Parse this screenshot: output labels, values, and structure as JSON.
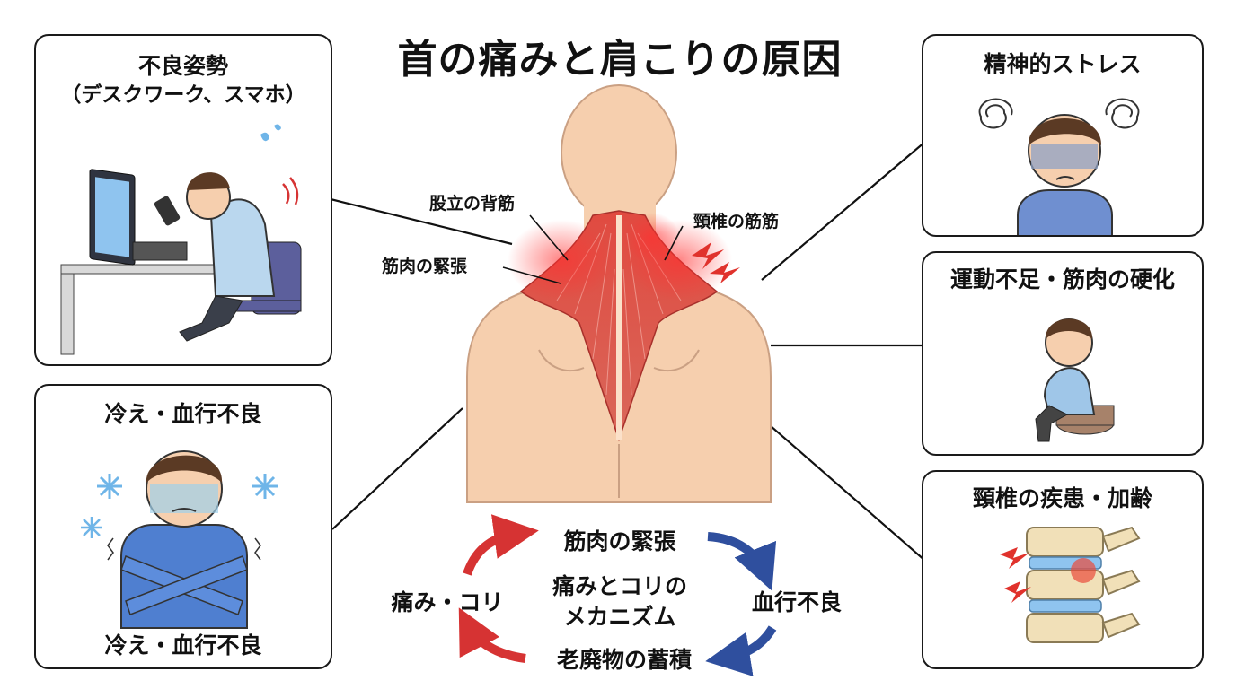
{
  "title": "首の痛みと肩こりの原因",
  "panels": {
    "posture": {
      "line1": "不良姿勢",
      "line2": "（デスクワーク、スマホ）"
    },
    "stress": {
      "label": "精神的ストレス"
    },
    "exercise": {
      "label": "運動不足・筋肉の硬化"
    },
    "cold": {
      "label_top": "冷え・血行不良",
      "label_bottom": "冷え・血行不良"
    },
    "spine": {
      "label": "頸椎の疾患・加齢"
    }
  },
  "callouts": {
    "back_muscle": "股立の背筋",
    "cervical_muscle": "頸椎の筋筋",
    "tension": "筋肉の緊張"
  },
  "cycle": {
    "top": "筋肉の緊張",
    "right": "血行不良",
    "bottom": "老廃物の蓄積",
    "left": "痛み・コリ",
    "center_line1": "痛みとコリの",
    "center_line2": "メカニズム"
  },
  "colors": {
    "red_arrow": "#d63333",
    "blue_arrow": "#2f4f9e",
    "skin": "#f6cfae",
    "muscle": "#d9413c",
    "border": "#1a1a1a"
  },
  "icons": {
    "snowflake": "snowflake-icon",
    "pain_spark": "lightning-icon",
    "stress_swirl": "swirl-icon"
  }
}
